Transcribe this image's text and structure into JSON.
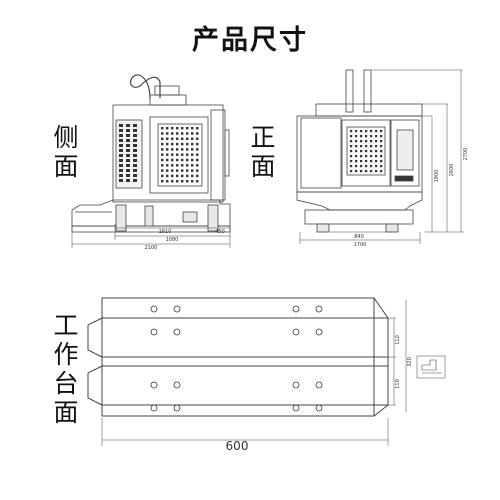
{
  "title": "产品尺寸",
  "labels": {
    "side": [
      "侧",
      "面"
    ],
    "front": [
      "正",
      "面"
    ],
    "table": [
      "工",
      "作",
      "台",
      "面"
    ]
  },
  "side_view": {
    "dims": {
      "d1": "1610",
      "d2": "450",
      "d3": "1080",
      "d4": "2100"
    }
  },
  "front_view": {
    "dims": {
      "width_inner": "840",
      "width_outer": "1700",
      "h1": "1900",
      "h2": "2600",
      "h3": "2700"
    }
  },
  "table_view": {
    "dims": {
      "width": "600",
      "slot_a": "110",
      "slot_b": "110",
      "height": "320"
    }
  }
}
